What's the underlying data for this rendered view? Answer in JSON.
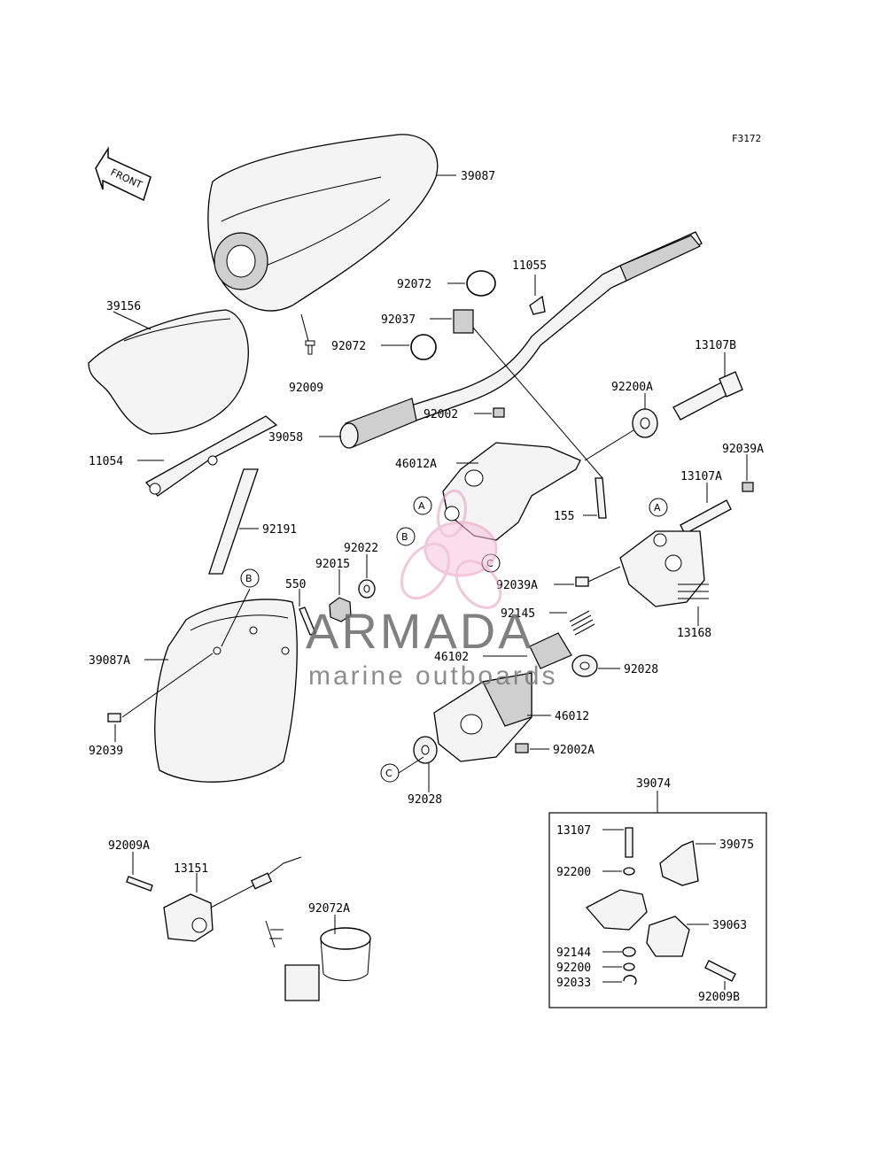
{
  "figure_code": "F3172",
  "front_label": "FRONT",
  "watermark": {
    "brand": "ARMADA",
    "tagline": "marine outboards"
  },
  "ref_marks": [
    "A",
    "B",
    "C"
  ],
  "parts": {
    "p39087": "39087",
    "p39156": "39156",
    "p92009": "92009",
    "p11054": "11054",
    "p39058": "39058",
    "p92191": "92191",
    "p92072a": "92072",
    "p92072b": "92072",
    "p92037": "92037",
    "p11055": "11055",
    "p13107B": "13107B",
    "p92200A": "92200A",
    "p92002": "92002",
    "p46012A": "46012A",
    "p155": "155",
    "p92039A_top": "92039A",
    "p13107A": "13107A",
    "p92039A_mid": "92039A",
    "p13168": "13168",
    "p92022": "92022",
    "p92015": "92015",
    "p550": "550",
    "p39087A": "39087A",
    "p92039": "92039",
    "p92145": "92145",
    "p46102": "46102",
    "p92028a": "92028",
    "p46012": "46012",
    "p92002A": "92002A",
    "p92028b": "92028",
    "p39074": "39074",
    "p13107": "13107",
    "p39075": "39075",
    "p92200a": "92200",
    "p39063": "39063",
    "p92144": "92144",
    "p92200b": "92200",
    "p92033": "92033",
    "p92009B": "92009B",
    "p92009A": "92009A",
    "p13151": "13151",
    "p92072A": "92072A"
  }
}
